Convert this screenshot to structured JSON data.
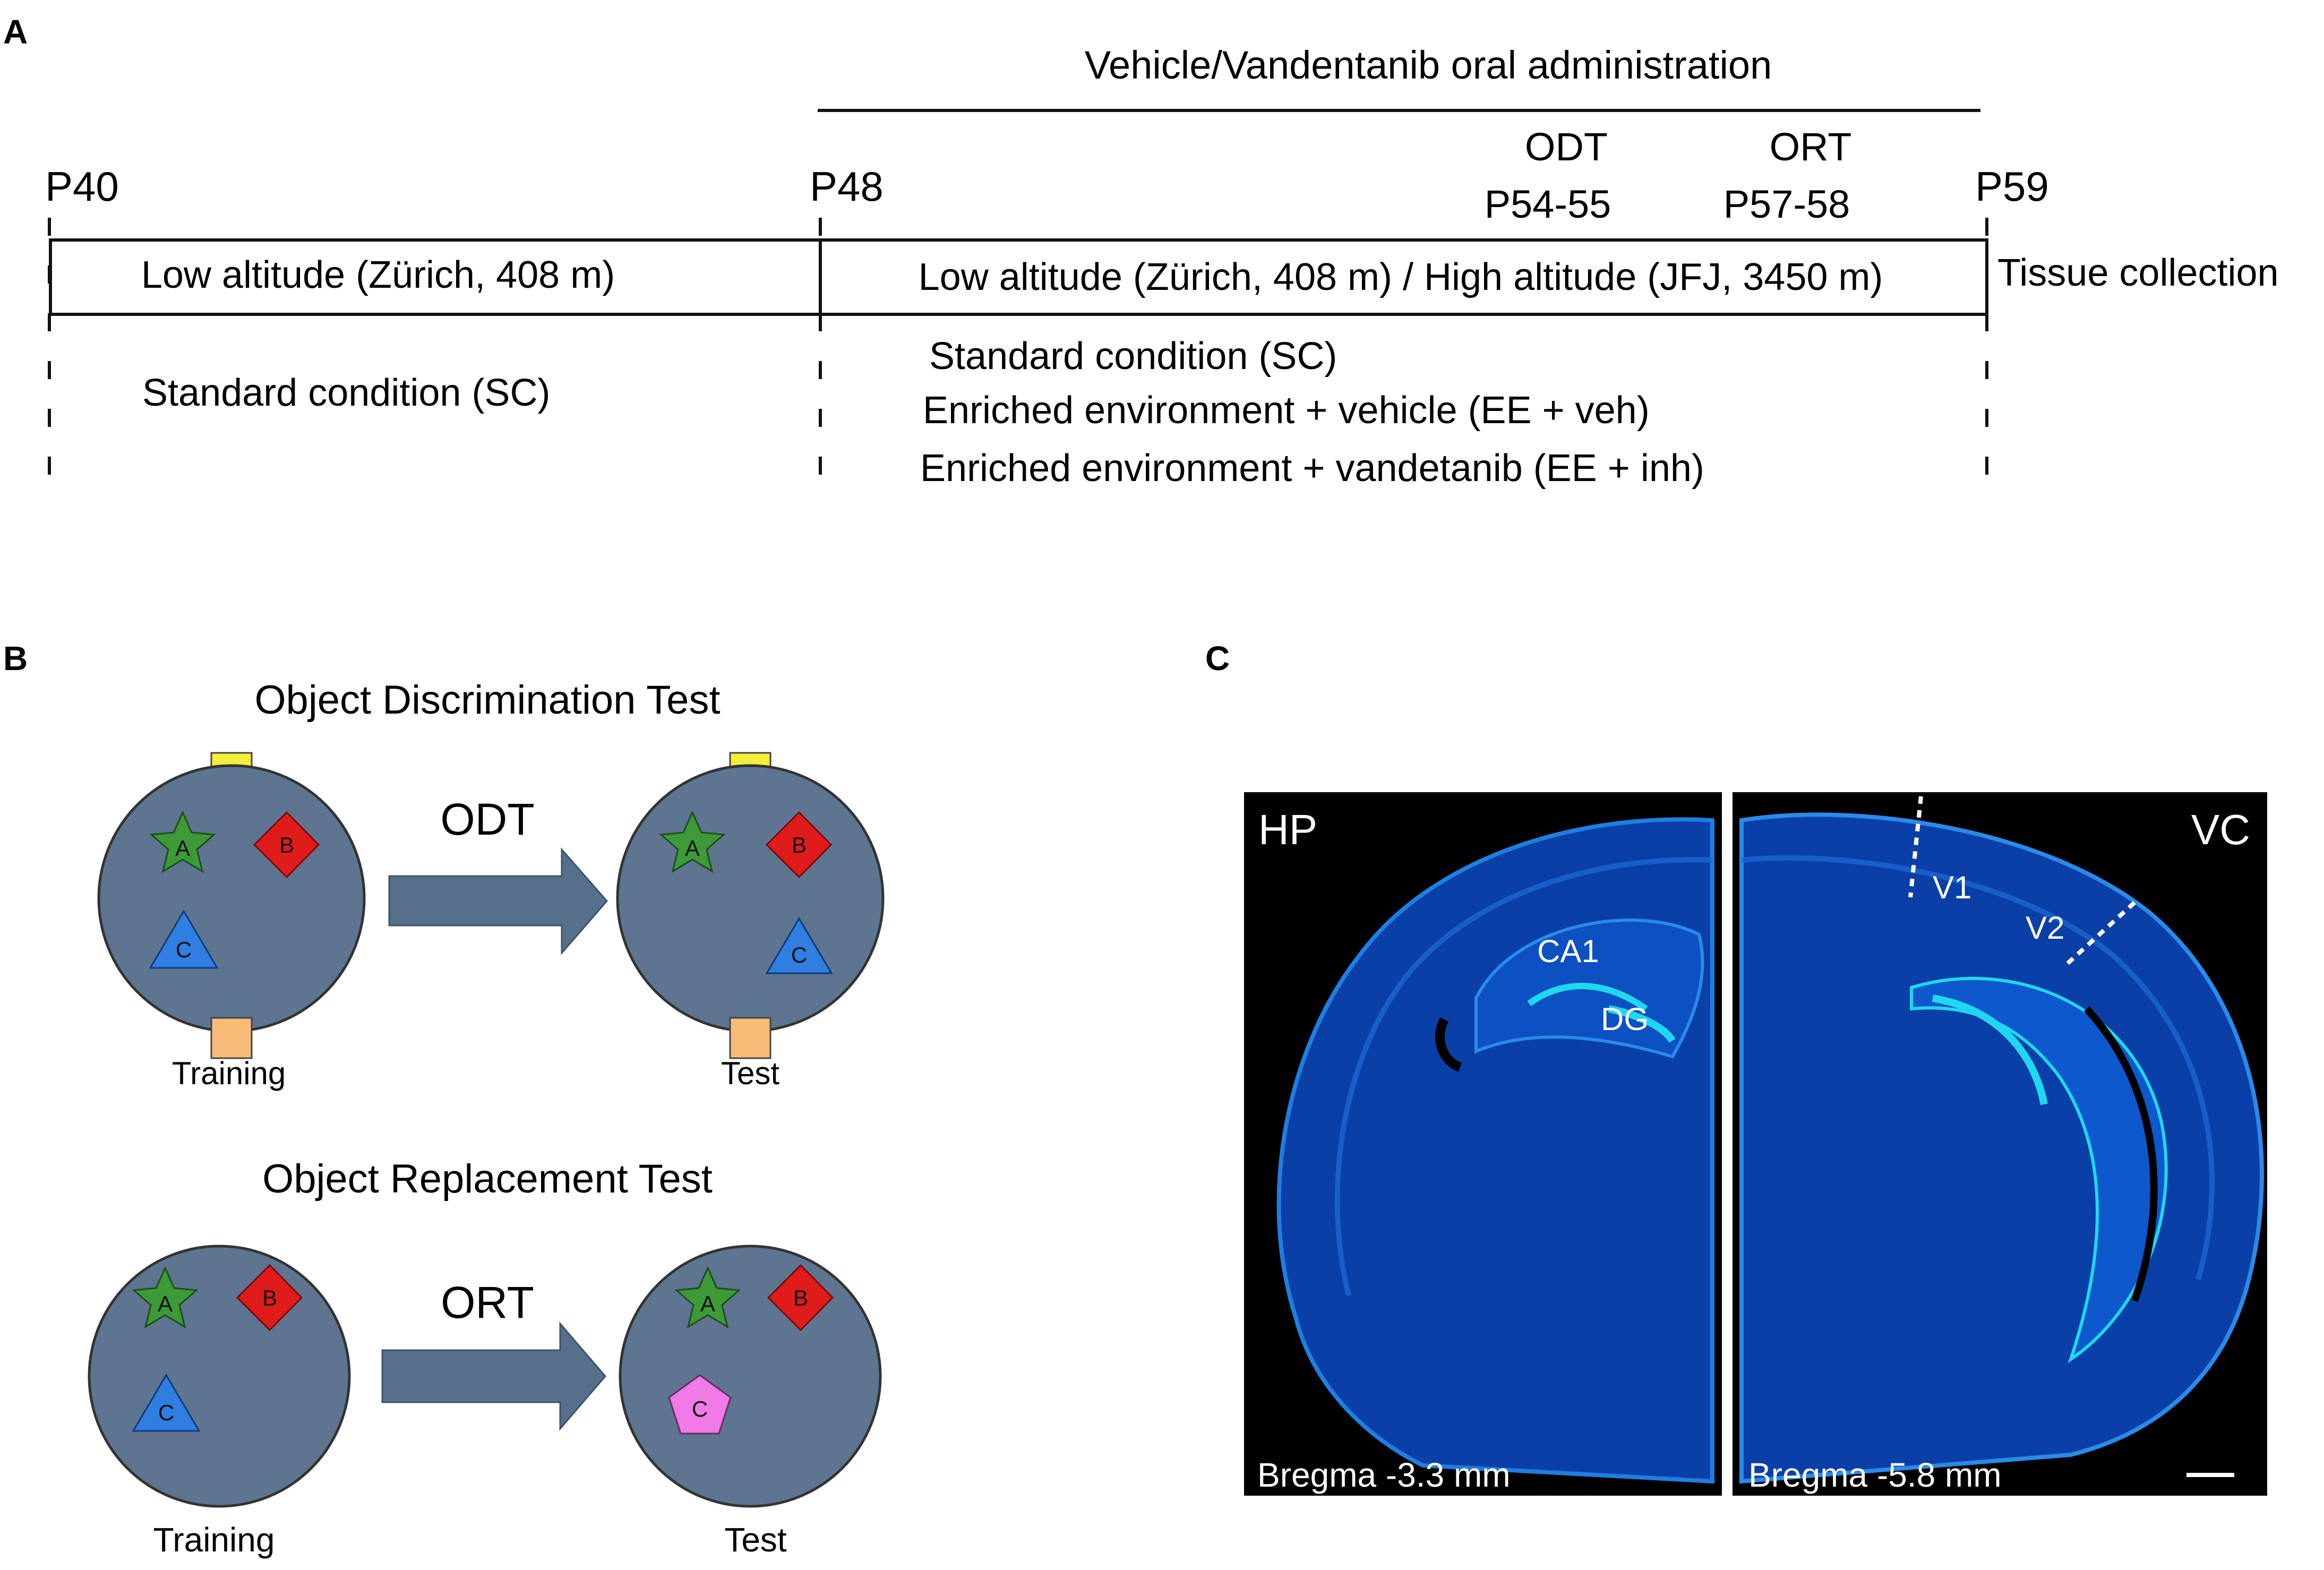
{
  "panel_a": {
    "letter": "A",
    "admin_label": "Vehicle/Vandentanib oral administration",
    "p40": "P40",
    "p48": "P48",
    "p59": "P59",
    "odt": "ODT",
    "odt_days": "P54-55",
    "ort": "ORT",
    "ort_days": "P57-58",
    "box_left": "Low altitude (Zürich, 408 m)",
    "box_right": "Low altitude (Zürich, 408 m) / High altitude (JFJ, 3450 m)",
    "tissue": "Tissue collection",
    "cond_left": "Standard condition (SC)",
    "cond_right": [
      "Standard condition (SC)",
      "Enriched environment + vehicle (EE + veh)",
      "Enriched environment + vandetanib (EE + inh)"
    ]
  },
  "panel_b": {
    "letter": "B",
    "odt_title": "Object Discrimination Test",
    "odt_arrow": "ODT",
    "ort_title": "Object Replacement Test",
    "ort_arrow": "ORT",
    "training": "Training",
    "test": "Test",
    "obj_a": "A",
    "obj_b": "B",
    "obj_c": "C"
  },
  "panel_c": {
    "letter": "C",
    "hp": "HP",
    "vc": "VC",
    "ca1": "CA1",
    "dg": "DG",
    "v1": "V1",
    "v2": "V2",
    "bregma_left": "Bregma -3.3 mm",
    "bregma_right": "Bregma -5.8 mm"
  },
  "colors": {
    "arena": "#5d7590",
    "star": "#3d9a36",
    "diamond": "#e01b1b",
    "triangle": "#2f7ee0",
    "pentagon": "#f07ae8",
    "yellow_cue": "#f3ee3a",
    "orange_cue": "#f7bd78",
    "arrow": "#566f8a",
    "brain": "#0a3fa8",
    "brain_highlight": "#1fd8f0"
  }
}
